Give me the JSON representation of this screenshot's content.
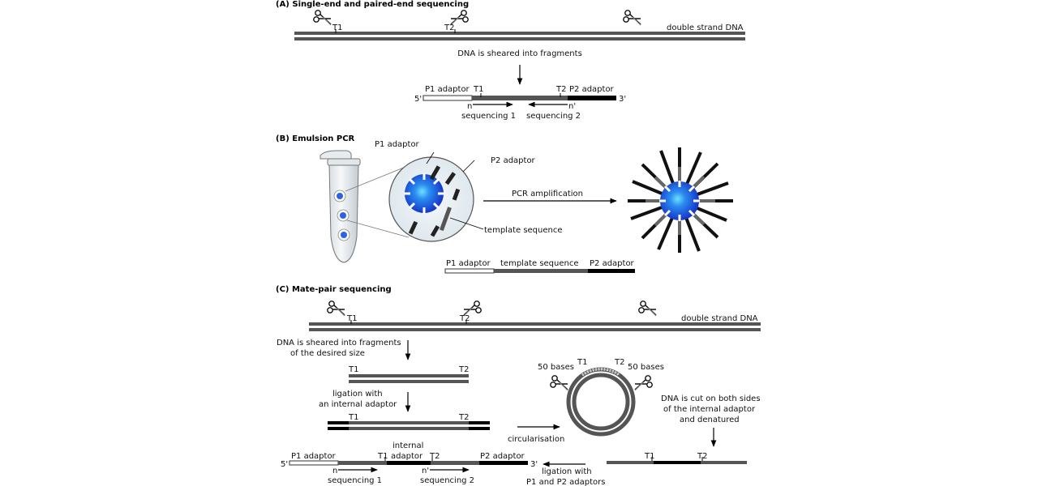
{
  "colors": {
    "strand": "#555555",
    "adaptor_dark": "#000000",
    "adaptor_light": "#ffffff",
    "bead": "#1f4fe0",
    "bead_glow": "#5fd3ff",
    "emulsion": "#e6eef2"
  },
  "section_a": {
    "heading": "(A) Single-end and paired-end sequencing",
    "dsdna_label": "double strand DNA",
    "t1": "T1",
    "t2": "T2",
    "shear_text": "DNA is sheared into fragments",
    "p1_adaptor": "P1 adaptor",
    "p2_adaptor": "P2 adaptor",
    "five_prime": "5'",
    "three_prime": "3'",
    "n": "n",
    "n_prime": "n'",
    "seq1": "sequencing 1",
    "seq2": "sequencing 2"
  },
  "section_b": {
    "heading": "(B) Emulsion PCR",
    "p1_adaptor": "P1 adaptor",
    "p2_adaptor": "P2 adaptor",
    "template_sequence": "template sequence",
    "pcr_amplification": "PCR amplification",
    "bar_p1": "P1 adaptor",
    "bar_template": "template sequence",
    "bar_p2": "P2 adaptor"
  },
  "section_c": {
    "heading": "(C) Mate-pair sequencing",
    "dsdna_label": "double strand DNA",
    "t1": "T1",
    "t2": "T2",
    "shear_line1": "DNA is sheared into fragments",
    "shear_line2": "of the desired size",
    "ligation_internal_1": "ligation with",
    "ligation_internal_2": "an internal adaptor",
    "circularisation": "circularisation",
    "fifty_bases_left": "50 bases",
    "fifty_bases_right": "50 bases",
    "cut_line1": "DNA is cut on both sides",
    "cut_line2": "of the internal adaptor",
    "cut_line3": "and denatured",
    "ligation_p1p2_1": "ligation with",
    "ligation_p1p2_2": "P1 and P2 adaptors",
    "p1_adaptor": "P1 adaptor",
    "p2_adaptor": "P2 adaptor",
    "internal_1": "internal",
    "internal_2": "adaptor",
    "five_prime": "5'",
    "three_prime": "3'",
    "n": "n",
    "n_prime": "n'",
    "seq1": "sequencing 1",
    "seq2": "sequencing 2"
  }
}
